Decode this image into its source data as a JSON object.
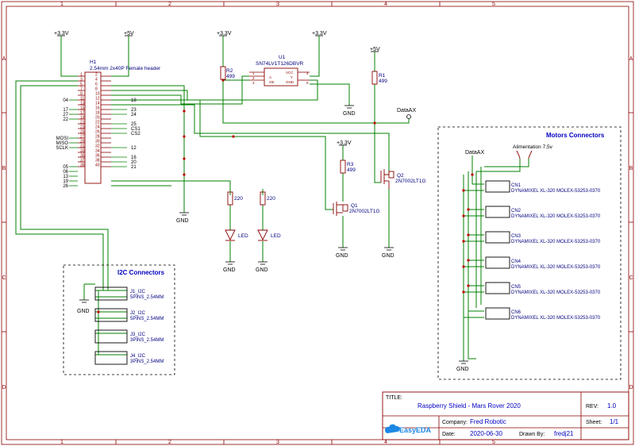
{
  "frame": {
    "cols": [
      "1",
      "2",
      "3",
      "4",
      "5"
    ],
    "rows": [
      "A",
      "B",
      "C",
      "D"
    ]
  },
  "colors": {
    "wire": "#008000",
    "part": "#8b0000",
    "text": "#000080",
    "net": "#000000",
    "junction": "#c00000",
    "title_blue": "#0000c0",
    "frame": "#8b0000"
  },
  "power": {
    "v33": "+3.3V",
    "v5": "+5V",
    "gnd": "GND"
  },
  "header": {
    "ref": "H1",
    "name": "2.54mm 2x40P Female header",
    "left_nums": [
      "1",
      "3",
      "5",
      "7",
      "9",
      "11",
      "13",
      "15",
      "17",
      "19",
      "21",
      "23",
      "25",
      "27",
      "29",
      "31",
      "33",
      "35",
      "37",
      "39"
    ],
    "right_nums": [
      "2",
      "4",
      "6",
      "8",
      "10",
      "12",
      "14",
      "16",
      "18",
      "20",
      "22",
      "24",
      "26",
      "28",
      "30",
      "32",
      "34",
      "36",
      "38",
      "40"
    ],
    "left_nets": [
      "04",
      "17",
      "27",
      "22",
      "MOSI",
      "MISO",
      "SCLK",
      "05",
      "06",
      "13",
      "19",
      "26"
    ],
    "right_nets": [
      "18",
      "23",
      "24",
      "25",
      "CS1",
      "CS2",
      "12",
      "16",
      "20",
      "21"
    ]
  },
  "u1": {
    "ref": "U1",
    "name": "SN74LV1T126DBVR",
    "pins_left": [
      "1",
      "2",
      "3"
    ],
    "pins_right": [
      "4",
      "5"
    ],
    "labels": [
      "A",
      "OE",
      "GND",
      "VCC",
      "Y"
    ]
  },
  "resistors": {
    "r1": {
      "ref": "R1",
      "value": "499"
    },
    "r2": {
      "ref": "R2",
      "value": "499"
    },
    "r3": {
      "ref": "R3",
      "value": "499"
    },
    "led_r": "220"
  },
  "transistors": {
    "q1": {
      "ref": "Q1",
      "name": "2N7002LT1G"
    },
    "q2": {
      "ref": "Q2",
      "name": "2N7002LT1G"
    }
  },
  "leds": {
    "label": "LED"
  },
  "net_labels": {
    "dataax": "DataAX",
    "alimentation": "Alimentation 7,5v"
  },
  "i2c": {
    "title": "I2C Connectors",
    "items": [
      {
        "ref": "J1_I2C",
        "name": "5PINS_2.54MM"
      },
      {
        "ref": "J2_I2C",
        "name": "5PINS_2.54MM"
      },
      {
        "ref": "J3_I2C",
        "name": "3PINS_2.54MM"
      },
      {
        "ref": "J4_I2C",
        "name": "3PINS_2.54MM"
      }
    ]
  },
  "motors": {
    "title": "Motors Connectors",
    "items": [
      {
        "ref": "CN1",
        "name": "DYNAMIXEL XL-320 MOLEX-53253-0370"
      },
      {
        "ref": "CN2",
        "name": "DYNAMIXEL XL-320 MOLEX-53253-0370"
      },
      {
        "ref": "CN3",
        "name": "DYNAMIXEL XL-320 MOLEX-53253-0370"
      },
      {
        "ref": "CN4",
        "name": "DYNAMIXEL XL-320 MOLEX-53253-0370"
      },
      {
        "ref": "CN5",
        "name": "DYNAMIXEL XL-320 MOLEX-53253-0370"
      },
      {
        "ref": "CN6",
        "name": "DYNAMIXEL XL-320 MOLEX-53253-0370"
      }
    ]
  },
  "title_block": {
    "title_label": "TITLE:",
    "title": "Raspberry Shield - Mars Rover 2020",
    "rev_label": "REV:",
    "rev": "1.0",
    "company_label": "Company:",
    "company": "Fred Robotic",
    "sheet_label": "Sheet:",
    "sheet": "1/1",
    "date_label": "Date:",
    "date": "2020-06-30",
    "drawn_label": "Drawn By:",
    "drawn": "fredj21",
    "logo": "EasyEDA"
  }
}
